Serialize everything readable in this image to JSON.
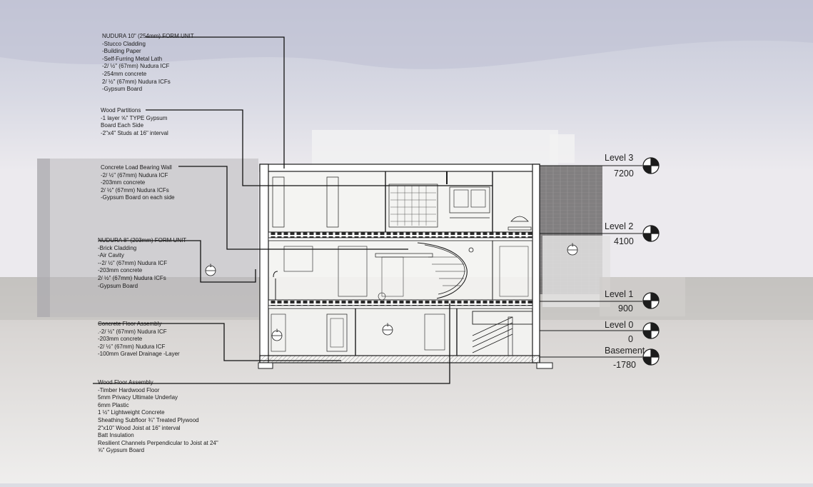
{
  "annotations": [
    {
      "title": "NUDURA 10\" (254mm) FORM UNIT",
      "lines": [
        "-Stucco Cladding",
        "-Building Paper",
        "-Self-Furring Metal Lath",
        "-2/ ½\" (67mm) Nudura ICF",
        "-254mm concrete",
        "2/ ½\" (67mm) Nudura ICFs",
        "-Gypsum Board"
      ]
    },
    {
      "title": "Wood Partitions",
      "lines": [
        "-1 layer ⅝\" TYPE Gypsum",
        "Board Each Side",
        "-2\"x4\" Studs at 16\" interval"
      ]
    },
    {
      "title": "Concrete Load Bearing Wall",
      "lines": [
        "-2/ ½\" (67mm) Nudura ICF",
        "-203mm concrete",
        "2/ ½\" (67mm) Nudura ICFs",
        "-Gypsum Board on each side"
      ]
    },
    {
      "title": "NUDURA 8\" (203mm) FORM UNIT",
      "lines": [
        "-Brick Cladding",
        "-Air Cavity",
        "--2/ ½\" (67mm) Nudura ICF",
        "-203mm concrete",
        "2/ ½\" (67mm) Nudura ICFs",
        "-Gypsum Board"
      ]
    },
    {
      "title": "Concrete Floor Assembly",
      "lines": [
        ".-2/ ½\" (67mm) Nudura ICF",
        "-203mm concrete",
        "-2/ ½\" (67mm) Nudura ICF",
        "-100mm Gravel Drainage -Layer"
      ]
    },
    {
      "title": "Wood Floor Assembly",
      "lines": [
        "-Timber Hardwood Floor",
        "5mm Privacy Ultimate Underlay",
        "6mm Plastic",
        "1 ½\" Lightweight Concrete",
        "Sheathing Subfloor ¾\" Treated Plywood",
        "2\"x10\" Wood Joist at 16\" interval",
        "Batt Insulation",
        "Resilient Channels Perpendicular to Joist at 24\"",
        "⅝\" Gypsum Board"
      ]
    }
  ],
  "levels": [
    {
      "name": "Level 3",
      "elevation": "7200"
    },
    {
      "name": "Level 2",
      "elevation": "4100"
    },
    {
      "name": "Level 1",
      "elevation": "900"
    },
    {
      "name": "Level 0",
      "elevation": "0"
    },
    {
      "name": "Basement",
      "elevation": "-1780"
    }
  ],
  "section_tags": [
    "1",
    "1",
    "1",
    "1"
  ],
  "colors": {
    "sky_top": "#c9cbd9",
    "sky_low": "#e8e8ea",
    "ground": "#cfcccb",
    "ground_light": "#e6e4e2",
    "line": "#1c1c1c",
    "ghost": "#eeeeee"
  }
}
